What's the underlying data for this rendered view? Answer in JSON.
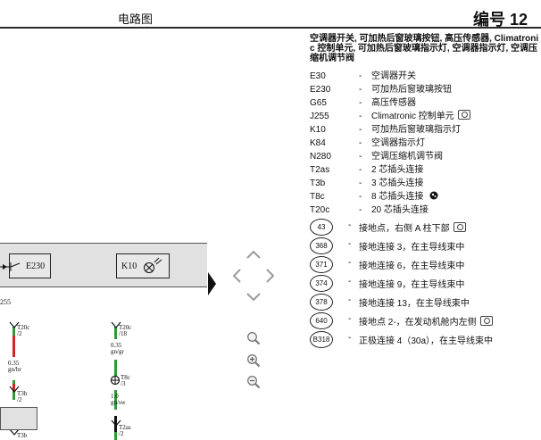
{
  "header": {
    "title": "电路图",
    "number": "编号 12"
  },
  "legend": {
    "title": "空调器开关, 可加热后窗玻璃按钮, 高压传感器, Climatronic 控制单元, 可加热后窗玻璃指示灯, 空调器指示灯, 空调压缩机调节阀",
    "items": [
      {
        "code": "E30",
        "desc": "空调器开关",
        "icon": ""
      },
      {
        "code": "E230",
        "desc": "可加热后窗玻璃按钮",
        "icon": ""
      },
      {
        "code": "G65",
        "desc": "高压传感器",
        "icon": ""
      },
      {
        "code": "J255",
        "desc": "Climatronic 控制单元",
        "icon": "camera-icon"
      },
      {
        "code": "K10",
        "desc": "可加热后窗玻璃指示灯",
        "icon": ""
      },
      {
        "code": "K84",
        "desc": "空调器指示灯",
        "icon": ""
      },
      {
        "code": "N280",
        "desc": "空调压缩机调节阀",
        "icon": ""
      },
      {
        "code": "T2as",
        "desc": "2 芯插头连接",
        "icon": ""
      },
      {
        "code": "T3b",
        "desc": "3 芯插头连接",
        "icon": ""
      },
      {
        "code": "T8c",
        "desc": "8 芯插头连接",
        "icon": "connector-icon"
      },
      {
        "code": "T20c",
        "desc": "20 芯插头连接",
        "icon": ""
      }
    ],
    "grounds": [
      {
        "num": "43",
        "desc": "接地点，右侧 A 柱下部",
        "icon": "camera-icon"
      },
      {
        "num": "368",
        "desc": "接地连接 3，在主导线束中",
        "icon": ""
      },
      {
        "num": "371",
        "desc": "接地连接 6，在主导线束中",
        "icon": ""
      },
      {
        "num": "374",
        "desc": "接地连接 9，在主导线束中",
        "icon": ""
      },
      {
        "num": "378",
        "desc": "接地连接 13，在主导线束中",
        "icon": ""
      },
      {
        "num": "640",
        "desc": "接地点 2-，在发动机舱内左侧",
        "icon": "camera-icon"
      },
      {
        "num": "B318",
        "desc": "正极连接 4（30a），在主导线束中",
        "icon": ""
      }
    ]
  },
  "schematic": {
    "components": [
      {
        "label": "E230"
      },
      {
        "label": "K10"
      }
    ],
    "j255_partial": "255",
    "wires": [
      {
        "connector": "T20c",
        "pin": "/2",
        "size": "0.35",
        "color": "gn/br"
      },
      {
        "connector": "T20c",
        "pin": "/18",
        "size": "0.35",
        "color": "gn/gr"
      },
      {
        "connector": "T8c",
        "pin": "/3",
        "size": "1.0",
        "color": "gn/sw"
      },
      {
        "connector": "T3b",
        "pin": "/2"
      },
      {
        "connector": "T2as",
        "pin": "/2"
      },
      {
        "connector": "T3b",
        "pin": ""
      }
    ],
    "colors": {
      "red": "#d2271e",
      "green": "#2e9a3a",
      "black": "#111111",
      "gray": "#e1e1e1"
    }
  },
  "navigation": {
    "up": "up-arrow-icon",
    "down": "down-arrow-icon",
    "left": "left-arrow-icon",
    "right": "right-arrow-icon",
    "play": "play-triangle-icon",
    "tools": [
      "zoom-fit-icon",
      "zoom-in-icon",
      "zoom-out-icon"
    ]
  }
}
